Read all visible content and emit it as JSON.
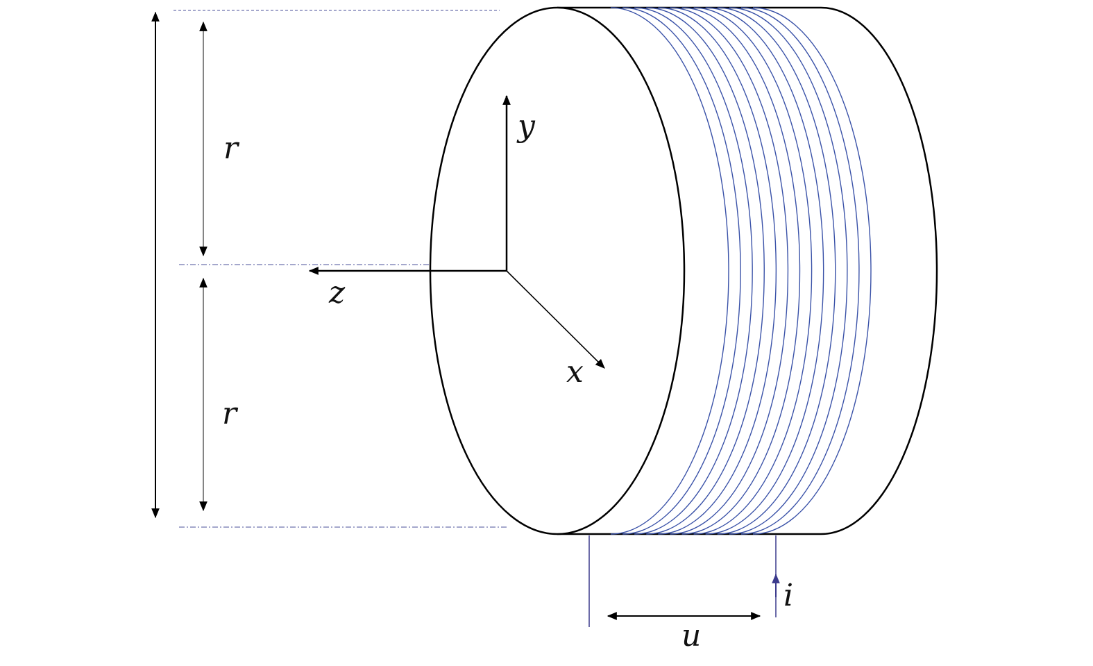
{
  "labels": {
    "r_upper": "r",
    "r_lower": "r",
    "y_axis": "y",
    "z_axis": "z",
    "x_axis": "x",
    "current": "i",
    "width": "u"
  },
  "colors": {
    "outline": "#000000",
    "coil": "#3a52a8",
    "guide": "#4a4f9a",
    "dimension": "#333333",
    "lead": "#3b3a8c"
  },
  "coil": {
    "turns": 13
  }
}
